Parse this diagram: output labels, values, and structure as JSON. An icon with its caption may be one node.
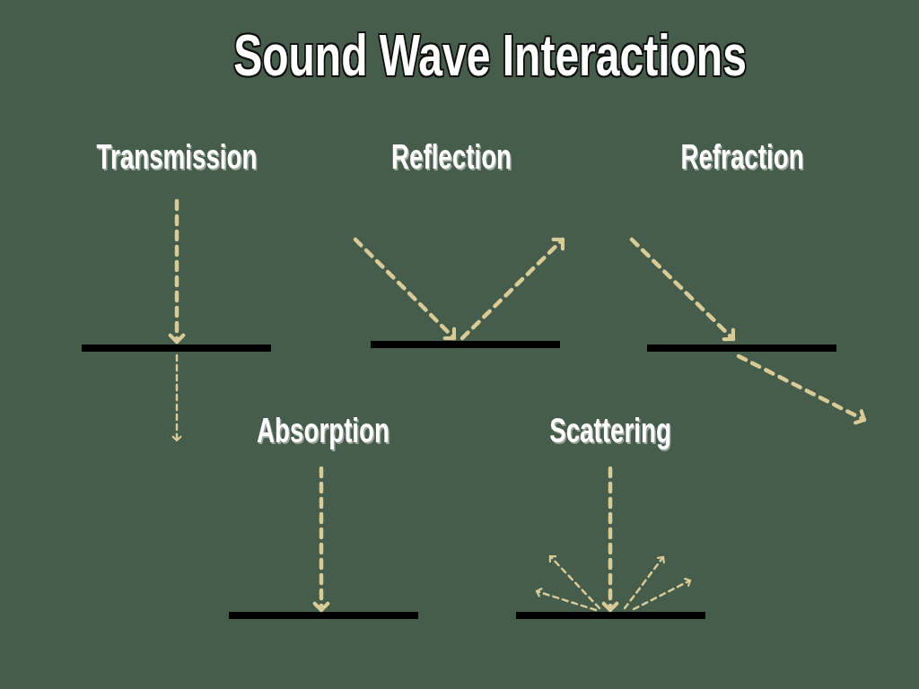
{
  "diagram": {
    "title": "Sound Wave Interactions",
    "labels": [
      "Transmission",
      "Reflection",
      "Refraction",
      "Absorption",
      "Scattering"
    ]
  }
}
